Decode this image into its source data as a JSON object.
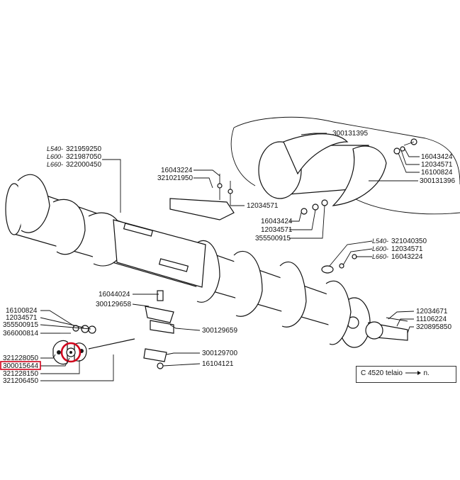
{
  "diagram": {
    "parts": {
      "p300131395": "300131395",
      "p16043424_tr": "16043424",
      "p12034571_tr": "12034571",
      "p16100824_tr": "16100824",
      "p300131396": "300131396",
      "p321959250": "321959250",
      "p321987050": "321987050",
      "p322000450": "322000450",
      "p16043224_top": "16043224",
      "p321021950": "321021950",
      "p12034571_top": "12034571",
      "p16043424_mid": "16043424",
      "p12034571_mid": "12034571",
      "p355500915_mid": "355500915",
      "p321040350": "321040350",
      "p12034571_r": "12034571",
      "p16043224_r": "16043224",
      "p16044024": "16044024",
      "p300129658": "300129658",
      "p300129659": "300129659",
      "p300129700": "300129700",
      "p16104121": "16104121",
      "p16100824_l": "16100824",
      "p12034571_l": "12034571",
      "p355500915_l": "355500915",
      "p366000814": "366000814",
      "p321228050": "321228050",
      "p300015644": "300015644",
      "p321228150": "321228150",
      "p321206450": "321206450",
      "p12034671": "12034671",
      "p11106224": "11106224",
      "p320895850": "320895850"
    },
    "prefixes": {
      "l540": "L540-",
      "l600": "L600-",
      "l660": "L660-"
    },
    "legend": {
      "text": "C 4520 telaio",
      "suffix": "n."
    },
    "highlight_color": "#d0021b"
  }
}
